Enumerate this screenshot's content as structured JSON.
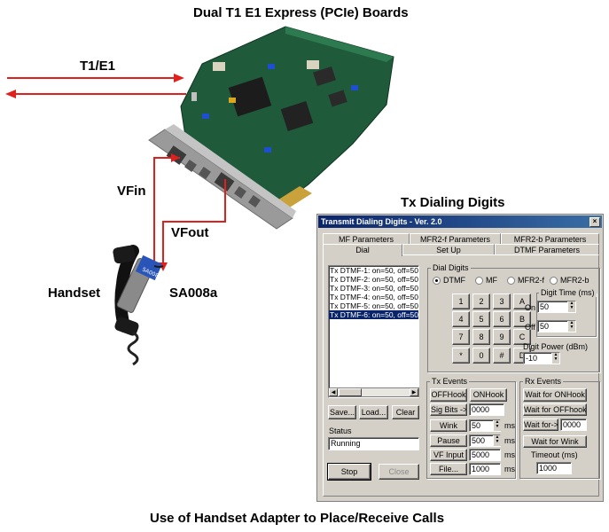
{
  "captions": {
    "top": "Dual T1 E1 Express (PCIe) Boards",
    "bottom": "Use of Handset Adapter to Place/Receive Calls",
    "dialog_heading": "Tx Dialing Digits"
  },
  "labels": {
    "t1e1": "T1/E1",
    "vfin": "VFin",
    "vfout": "VFout",
    "handset": "Handset",
    "adapter": "SA008a"
  },
  "colors": {
    "signal_arrow": "#e0201c",
    "board_green": "#1f5a3a",
    "title_bar": "#0a246a"
  },
  "dialog": {
    "title": "Transmit Dialing Digits - Ver. 2.0",
    "close_icon": "×",
    "tabs_row1": [
      "MF Parameters",
      "MFR2-f Parameters",
      "MFR2-b Parameters"
    ],
    "tabs_row2": [
      "Dial",
      "Set Up",
      "DTMF Parameters"
    ],
    "list_items": [
      "Tx DTMF-1: on=50, off=50",
      "Tx DTMF-2: on=50, off=50",
      "Tx DTMF-3: on=50, off=50",
      "Tx DTMF-4: on=50, off=50",
      "Tx DTMF-5: on=50, off=50",
      "Tx DTMF-6: on=50, off=50"
    ],
    "list_buttons": {
      "save": "Save...",
      "load": "Load...",
      "clear": "Clear"
    },
    "status": {
      "label": "Status",
      "value": "Running"
    },
    "stop": "Stop",
    "close": "Close",
    "dial_digits": {
      "title": "Dial Digits",
      "modes": [
        "DTMF",
        "MF",
        "MFR2-f",
        "MFR2-b"
      ],
      "selected_mode": "DTMF",
      "keypad": [
        "1",
        "2",
        "3",
        "A",
        "4",
        "5",
        "6",
        "B",
        "7",
        "8",
        "9",
        "C",
        "*",
        "0",
        "#",
        "D"
      ]
    },
    "digit_time": {
      "title": "Digit Time (ms)",
      "on_label": "On",
      "on_value": "50",
      "off_label": "Off",
      "off_value": "50"
    },
    "digit_power": {
      "title": "Digit Power (dBm)",
      "value": "-10"
    },
    "tx_events": {
      "title": "Tx Events",
      "offhook": "OFFHook",
      "onhook": "ONHook",
      "sig_bits": "Sig Bits ->",
      "sig_bits_value": "0000",
      "wink": "Wink",
      "wink_value": "50",
      "pause": "Pause",
      "pause_value": "500",
      "vf_input": "VF Input",
      "vf_input_value": "5000",
      "file": "File...",
      "file_value": "1000",
      "ms": "ms"
    },
    "rx_events": {
      "title": "Rx Events",
      "wait_onhook": "Wait for ONHook",
      "wait_offhook": "Wait for OFFhook",
      "wait_for": "Wait for->",
      "wait_for_value": "0000",
      "wait_wink": "Wait for Wink",
      "timeout_label": "Timeout (ms)",
      "timeout_value": "1000"
    }
  }
}
